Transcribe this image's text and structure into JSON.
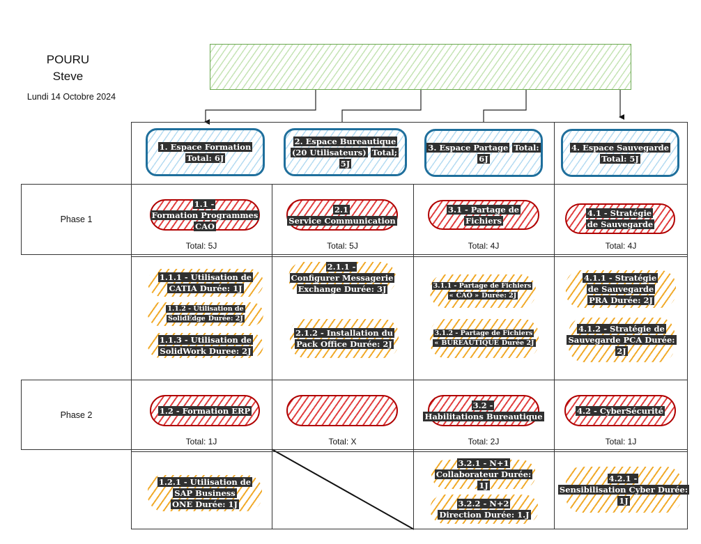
{
  "author": {
    "last_name": "POURU",
    "first_name": "Steve",
    "date": "Lundi 14 Octobre 2024"
  },
  "header": {
    "title": ""
  },
  "phases": [
    "Phase 1",
    "Phase 2"
  ],
  "spaces": [
    {
      "lines": [
        "1. Espace Formation",
        "Total: 6J"
      ]
    },
    {
      "lines": [
        "2. Espace Bureautique",
        "(20 Utilisateurs)",
        "Total; 5J"
      ]
    },
    {
      "lines": [
        "3. Espace Partage",
        "Total: 6J"
      ]
    },
    {
      "lines": [
        "4. Espace Sauvegarde",
        "Total: 5J"
      ]
    }
  ],
  "phase1": {
    "lots": [
      {
        "lines": [
          "1.1 - Formation",
          "Programmes CAO"
        ],
        "total": "Total: 5J"
      },
      {
        "lines": [
          "2.1 Service",
          "Communication"
        ],
        "total": "Total: 5J"
      },
      {
        "lines": [
          "3.1 - Partage de Fichiers"
        ],
        "total": "Total: 4J"
      },
      {
        "lines": [
          "4.1 - Stratégie de",
          "Sauvegarde"
        ],
        "total": "Total: 4J"
      }
    ],
    "tasks": [
      [
        {
          "lines": [
            "1.1.1 - Utilisation de CATIA",
            "Durée: 1J"
          ]
        },
        {
          "lines": [
            "1.1.2 - Utilisation de SolidEdge",
            "Durée: 2J"
          ]
        },
        {
          "lines": [
            "1.1.3 - Utilisation de SolidWork",
            "Duree: 2J"
          ]
        }
      ],
      [
        {
          "lines": [
            "2.1.1 - Configurer",
            "Messagerie Exchange",
            "Durée: 3J"
          ]
        },
        {
          "lines": [
            "2.1.2 - Installation du Pack",
            "Office",
            "Durée: 2J"
          ]
        }
      ],
      [
        {
          "lines": [
            "3.1.1 - Partage de Fichiers «",
            "CAO »",
            "Durée: 2J"
          ]
        },
        {
          "lines": [
            "3.1.2 - Partage de Fichiers «",
            "BUREAUTIQUE",
            "Durée 2J"
          ]
        }
      ],
      [
        {
          "lines": [
            "4.1.1 - Stratégie de",
            "Sauvegarde PRA",
            "Durée: 2J"
          ]
        },
        {
          "lines": [
            "4.1.2 -",
            "Stratégie de Sauvegarde",
            "PCA",
            "Durée: 2J"
          ]
        }
      ]
    ]
  },
  "phase2": {
    "lots": [
      {
        "lines": [
          "1.2 - Formation ERP"
        ],
        "total": "Total: 1J"
      },
      {
        "lines": [],
        "total": "Total: X"
      },
      {
        "lines": [
          "3.2 - Habilitations",
          "Bureautique"
        ],
        "total": "Total: 2J"
      },
      {
        "lines": [
          "4.2 - CyberSécurité"
        ],
        "total": "Total: 1J"
      }
    ],
    "tasks": [
      [
        {
          "lines": [
            "1.2.1 - Utilisation de SAP",
            "Business ONE",
            "Durée: 1J"
          ]
        }
      ],
      [],
      [
        {
          "lines": [
            "3.2.1 - N+1 Collaborateur",
            "Durée: 1J"
          ]
        },
        {
          "lines": [
            "3.2.2 - N+2 Direction",
            "Durée: 1.J"
          ]
        }
      ],
      [
        {
          "lines": [
            "4.2.1 - Sensibilisation",
            "Cyber",
            "Durée: 1J"
          ]
        }
      ]
    ]
  }
}
